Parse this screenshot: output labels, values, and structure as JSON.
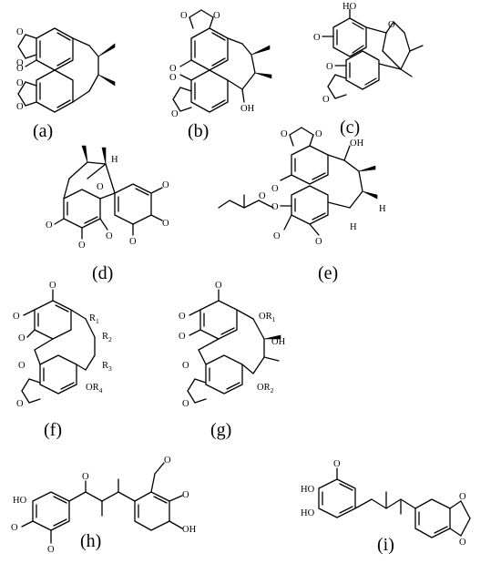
{
  "panels": [
    {
      "id": "a",
      "label": "(a)"
    },
    {
      "id": "b",
      "label": "(b)"
    },
    {
      "id": "c",
      "label": "(c)"
    },
    {
      "id": "d",
      "label": "(d)"
    },
    {
      "id": "e",
      "label": "(e)"
    },
    {
      "id": "f",
      "label": "(f)"
    },
    {
      "id": "g",
      "label": "(g)"
    },
    {
      "id": "h",
      "label": "(h)"
    },
    {
      "id": "i",
      "label": "(i)"
    }
  ],
  "atoms": {
    "O": "O",
    "OH": "OH",
    "HO": "HO",
    "H": "H",
    "R": "R",
    "OR": "OR",
    "sub1": "1",
    "sub2": "2",
    "sub3": "3",
    "sub4": "4"
  }
}
